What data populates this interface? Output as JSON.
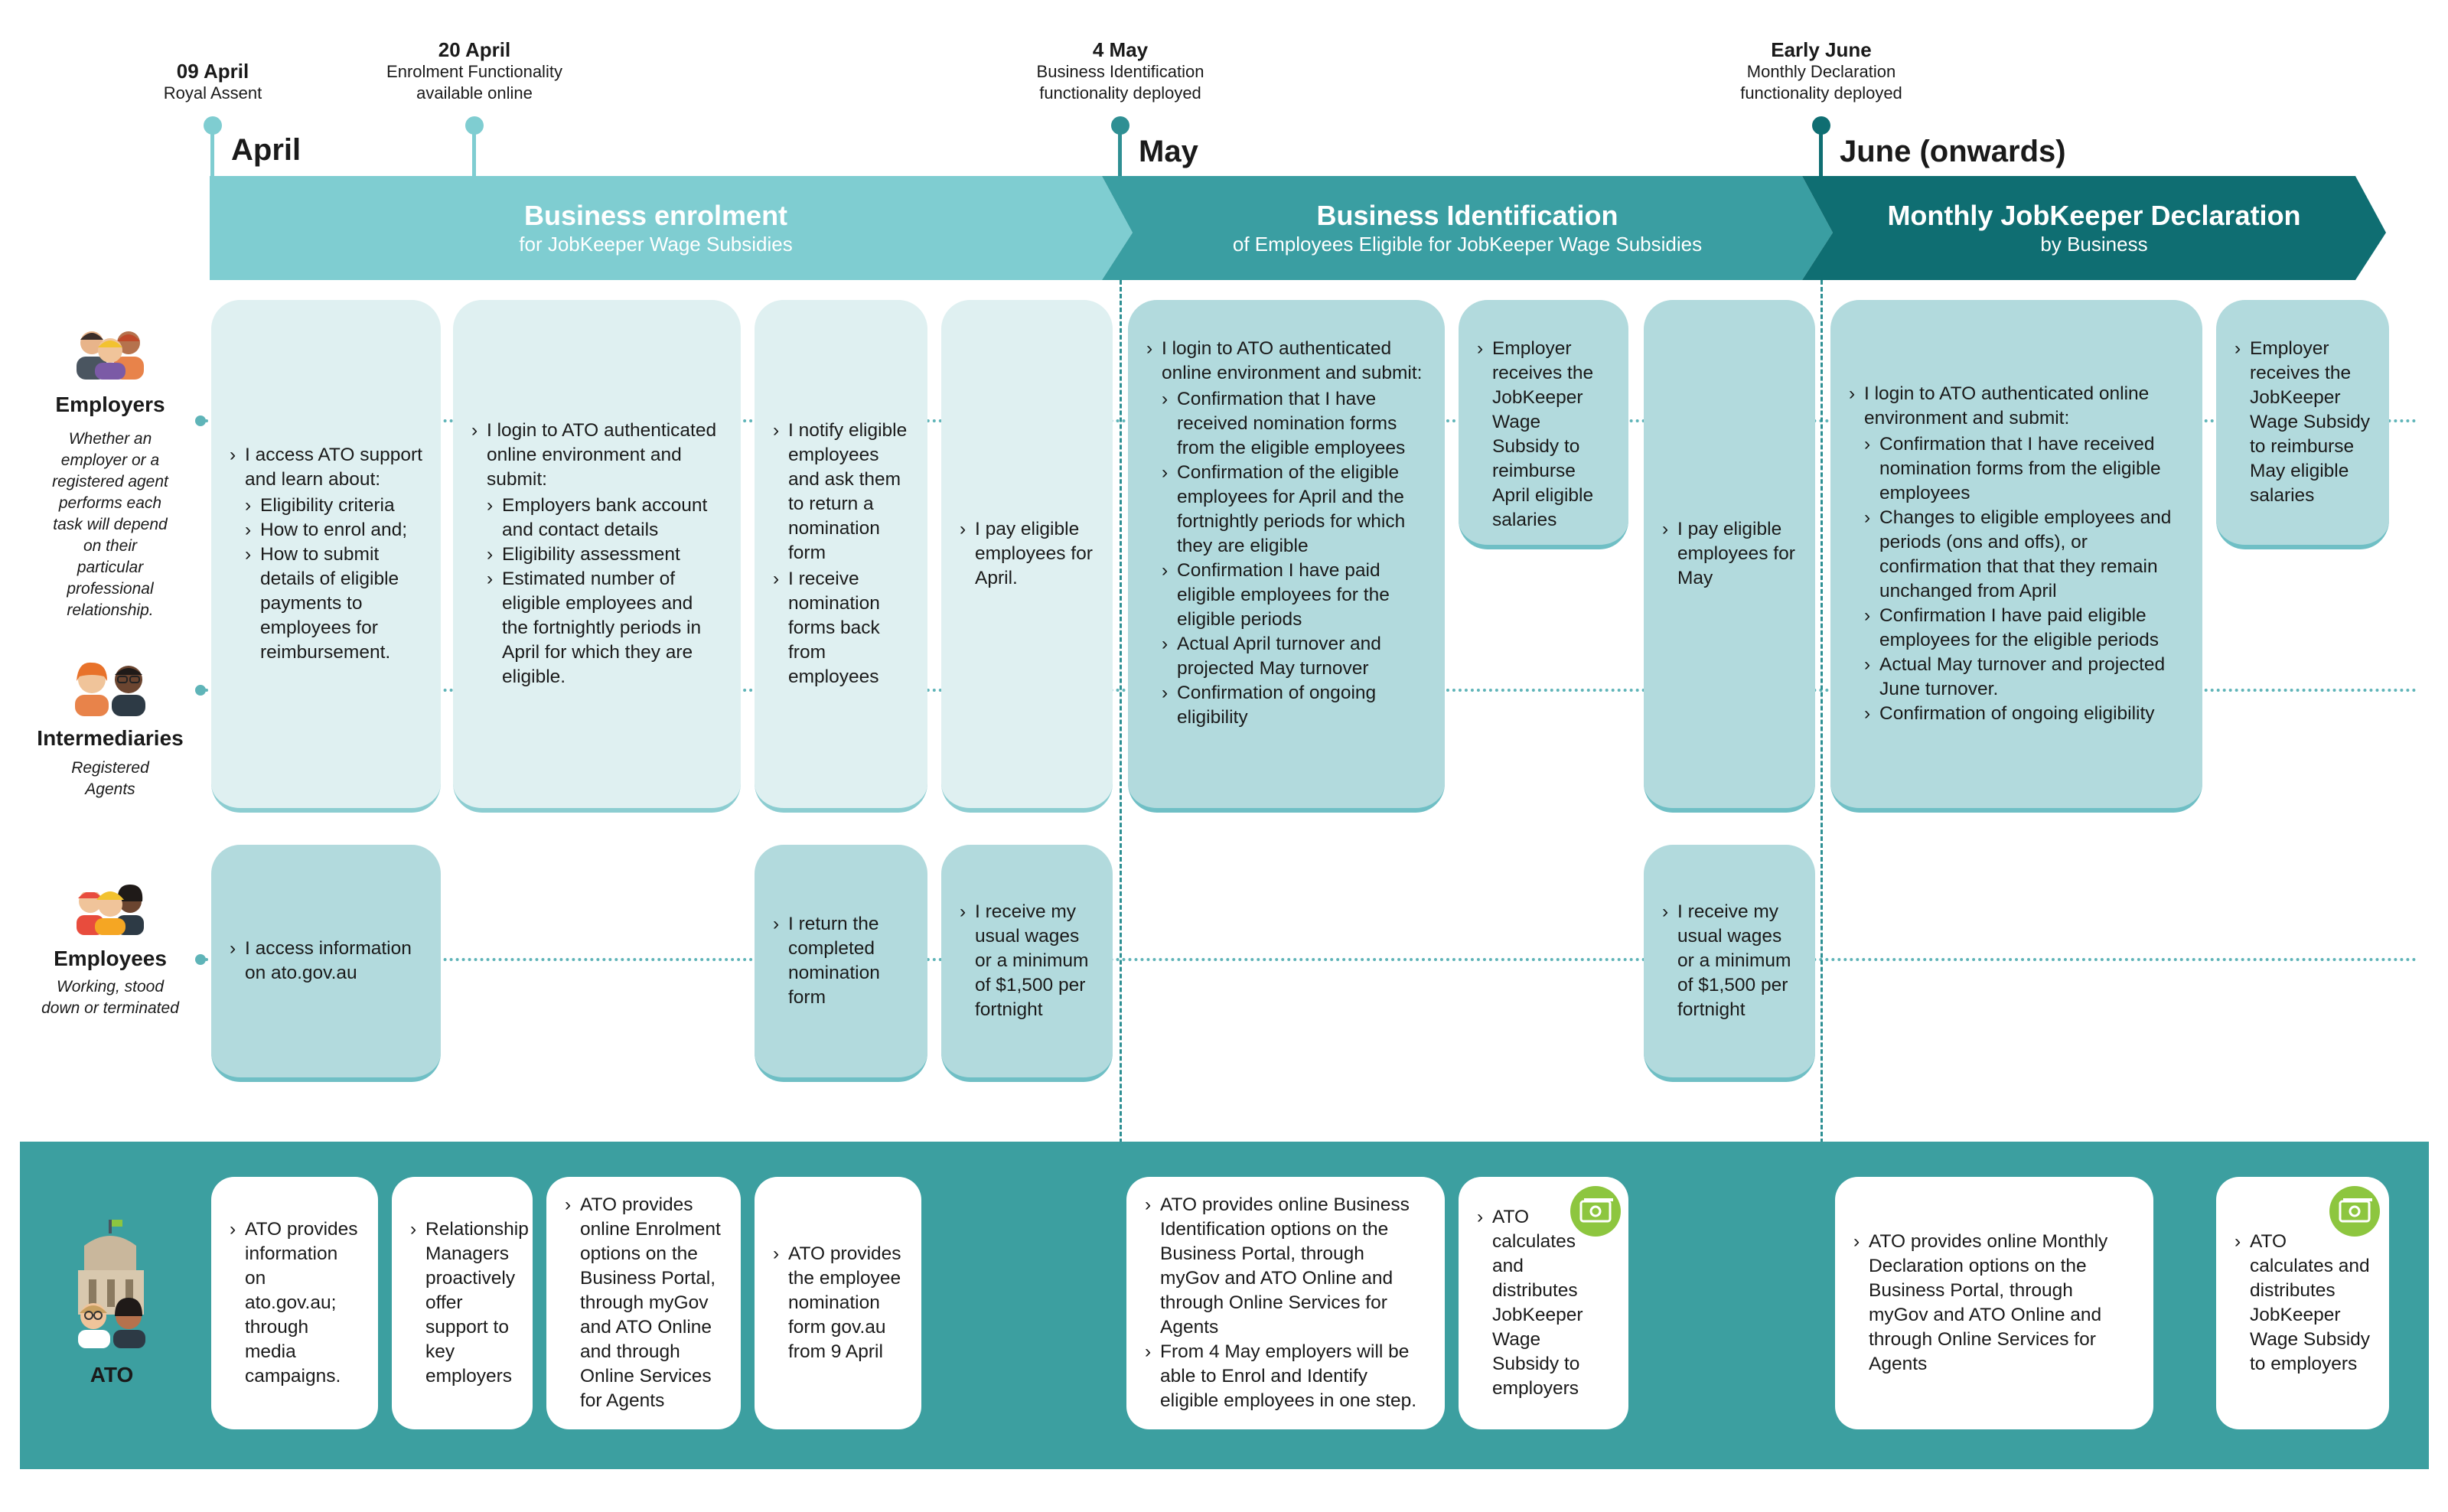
{
  "milestones": [
    {
      "date": "09 April",
      "text": "Royal Assent"
    },
    {
      "date": "20 April",
      "text": "Enrolment Functionality\navailable online"
    },
    {
      "date": "4 May",
      "text": "Business Identification\nfunctionality deployed"
    },
    {
      "date": "Early June",
      "text": "Monthly Declaration\nfunctionality deployed"
    }
  ],
  "months": [
    "April",
    "May",
    "June (onwards)"
  ],
  "phases": [
    {
      "title": "Business enrolment",
      "subtitle": "for JobKeeper Wage Subsidies",
      "color": "#7fcdd1"
    },
    {
      "title": "Business Identification",
      "subtitle": "of Employees Eligible for JobKeeper Wage Subsidies",
      "color": "#3a9ea2"
    },
    {
      "title": "Monthly JobKeeper Declaration",
      "subtitle": "by Business",
      "color": "#0f6e72"
    }
  ],
  "roles": {
    "employers": {
      "name": "Employers",
      "desc": "Whether an\nemployer or a\nregistered agent\nperforms each\ntask will depend\non their\nparticular\nprofessional\nrelationship."
    },
    "intermediaries": {
      "name": "Intermediaries",
      "desc": "Registered\nAgents"
    },
    "employees": {
      "name": "Employees",
      "desc": "Working, stood\ndown or terminated"
    },
    "ato": {
      "name": "ATO"
    }
  },
  "employer_cards": {
    "c1_intro": "I access ATO support and learn about:",
    "c1_items": [
      "Eligibility criteria",
      "How to enrol and;",
      "How to submit details of eligible payments to employees for reimbursement."
    ],
    "c2_intro": "I login to ATO authenticated online environment and submit:",
    "c2_items": [
      "Employers bank account and contact details",
      "Eligibility assessment",
      "Estimated number of eligible employees and the fortnightly periods in April for which they are eligible."
    ],
    "c3_a": "I notify eligible employees and ask them to return a nomination form",
    "c3_b": "I receive nomination forms back from employees",
    "c4": "I pay eligible employees for April.",
    "c5_intro": "I login to ATO authenticated online environment and submit:",
    "c5_items": [
      "Confirmation that I have received nomination forms from the eligible employees",
      "Confirmation of the eligible employees for April and the fortnightly periods for which they are eligible",
      "Confirmation I have paid eligible employees for the eligible periods",
      "Actual April  turnover and projected May turnover",
      "Confirmation of ongoing eligibility"
    ],
    "c6": "Employer receives the JobKeeper Wage Subsidy to reimburse April eligible salaries",
    "c7": "I pay eligible employees for May",
    "c8_intro": "I login to ATO authenticated online environment and submit:",
    "c8_items": [
      "Confirmation that I have received nomination forms from the eligible employees",
      "Changes to eligible employees and periods (ons and offs), or confirmation that that they remain unchanged from April",
      "Confirmation I have paid eligible employees for the eligible periods",
      "Actual May turnover and projected June turnover.",
      "Confirmation of ongoing eligibility"
    ],
    "c9": "Employer receives the JobKeeper Wage Subsidy to reimburse May eligible salaries"
  },
  "employee_cards": {
    "e1": "I access information on ato.gov.au",
    "e2": "I return the completed nomination form",
    "e3": "I receive my usual wages or a minimum of $1,500 per fortnight",
    "e4": "I receive my usual wages or a minimum of $1,500 per fortnight"
  },
  "ato_cards": {
    "a1": "ATO provides information on ato.gov.au; through media campaigns.",
    "a2": "Relationship Managers proactively offer support to key employers",
    "a3": "ATO provides online Enrolment options on the Business Portal, through myGov and ATO Online and through Online Services for Agents",
    "a4": "ATO provides the employee nomination form gov.au from 9 April",
    "a5_items": [
      "ATO provides online Business Identification options on the Business Portal, through myGov and ATO Online and through Online Services for Agents",
      "From 4 May employers will be able to Enrol and Identify eligible employees in one step."
    ],
    "a6": "ATO calculates and distributes JobKeeper Wage Subsidy to employers",
    "a7": "ATO provides online Monthly Declaration options on the Business Portal, through myGov and ATO Online and through Online Services for Agents",
    "a8": "ATO calculates and distributes JobKeeper Wage Subsidy to employers"
  },
  "icons": [
    "people-group-icon",
    "agents-icon",
    "workers-icon",
    "building-icon",
    "money-icon"
  ],
  "colors": {
    "light_teal": "#7fcdd1",
    "mid_teal": "#3a9ea2",
    "dark_teal": "#0f6e72",
    "ato_band": "#3c9fa0",
    "card_light": "#dff0f1",
    "card_mid": "#b2dadd",
    "money_green": "#8dc63f"
  }
}
